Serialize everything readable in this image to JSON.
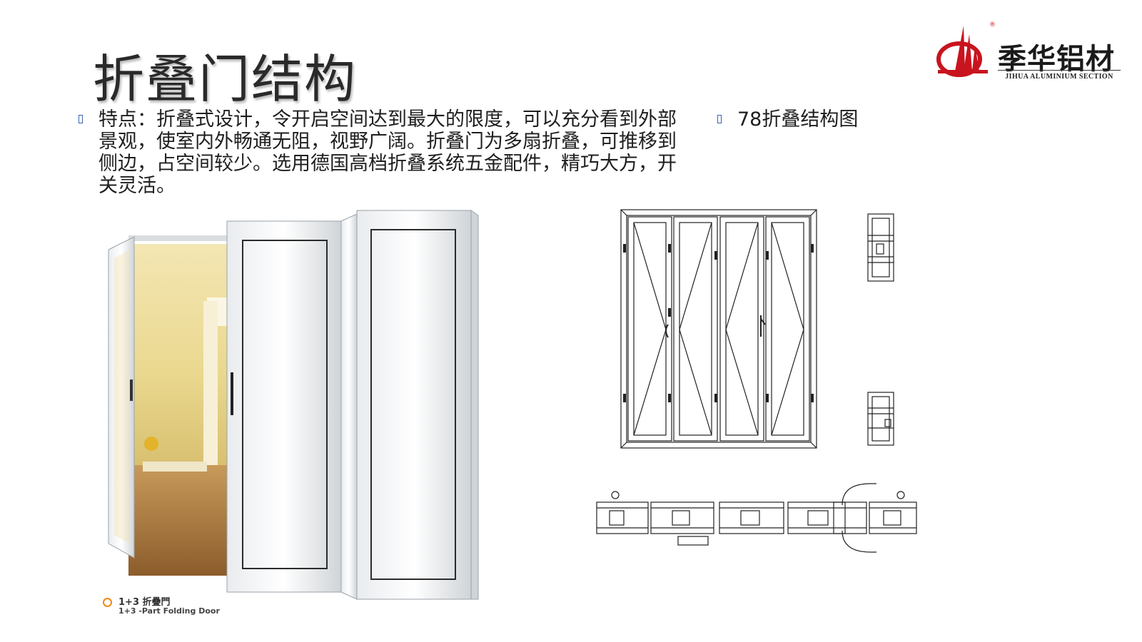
{
  "slide": {
    "title": "折叠门结构"
  },
  "logo": {
    "cn": "季华铝材",
    "en": "JIHUA ALUMINIUM SECTION",
    "reg": "®",
    "colors": {
      "red": "#c8141e"
    }
  },
  "bullets": [
    {
      "text": "特点：折叠式设计，令开启空间达到最大的限度，可以充分看到外部景观，使室内外畅通无阻，视野广阔。折叠门为多扇折叠，可推移到侧边，占空间较少。选用德国高档折叠系统五金配件，精巧大方，开关灵活。"
    },
    {
      "text": "78折叠结构图"
    }
  ],
  "photo": {
    "caption_cn": "1+3  折疊門",
    "caption_en": "1+3 -Part Folding Door"
  }
}
